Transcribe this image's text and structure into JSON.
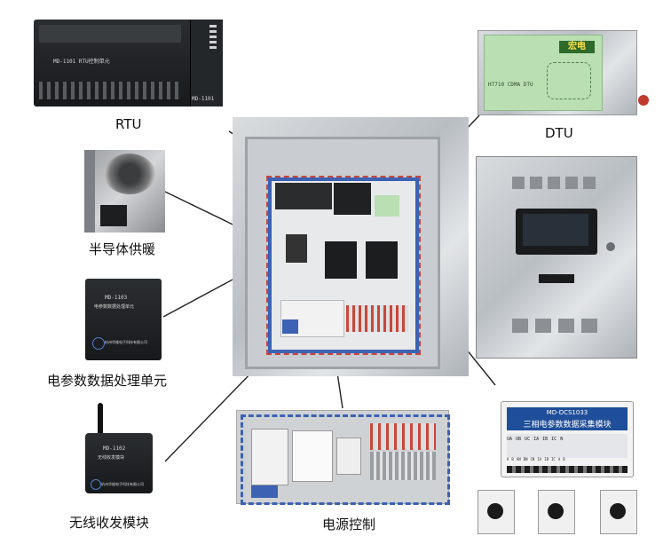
{
  "labels": {
    "rtu": "RTU",
    "dtu": "DTU",
    "heater": "半导体供暖",
    "processing_unit": "电参数数据处理单元",
    "wireless": "无线收发模块",
    "power_control": "电源控制"
  },
  "module": {
    "model": "MD-DCS1033",
    "title": "三相电参数数据采集模块",
    "terminals_top": [
      "UA",
      "UB",
      "UC",
      "IA",
      "IB",
      "IC",
      "N"
    ],
    "terminals_bottom": [
      "A",
      "B",
      "AN",
      "BN",
      "CN",
      "IA",
      "IB",
      "IC",
      "A",
      "B"
    ]
  },
  "processing_box": {
    "model": "MD-1103",
    "subtitle": "电参数数据处理单元",
    "company": "杭州华维电子科技有限公司"
  },
  "wireless_box": {
    "model": "MD-1102",
    "subtitle": "无线收发模块",
    "company": "杭州华维电子科技有限公司"
  },
  "rtu_device": {
    "model": "MD-1101 RTU控制单元",
    "badge": "MD-1101"
  },
  "dtu_device": {
    "brand": "宏电",
    "model": "H7710 CDMA DTU"
  },
  "colors": {
    "cable_red": "#c8463c",
    "cable_blue": "#3c62b4",
    "screen": "#28303a"
  }
}
